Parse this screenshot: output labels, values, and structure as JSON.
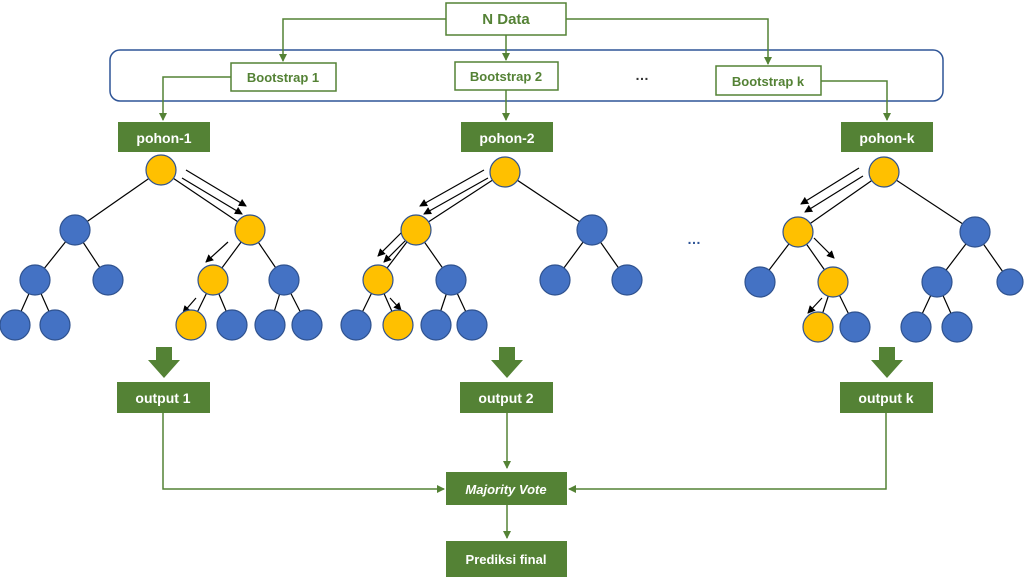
{
  "source": {
    "label": "N Data"
  },
  "bootstraps": [
    {
      "label": "Bootstrap 1"
    },
    {
      "label": "Bootstrap 2"
    },
    {
      "label": "…"
    },
    {
      "label": "Bootstrap k"
    }
  ],
  "trees": [
    {
      "label": "pohon-1"
    },
    {
      "label": "pohon-2"
    },
    {
      "label": "pohon-k"
    }
  ],
  "tree_gap_label": "…",
  "outputs": [
    {
      "label": "output 1"
    },
    {
      "label": "output 2"
    },
    {
      "label": "output k"
    }
  ],
  "vote": {
    "label": "Majority Vote"
  },
  "final": {
    "label": "Prediksi final"
  },
  "colors": {
    "green": "#548235",
    "blue_node": "#4472c4",
    "yellow_node": "#ffc000",
    "bootstrap_frame": "#2f5597"
  }
}
